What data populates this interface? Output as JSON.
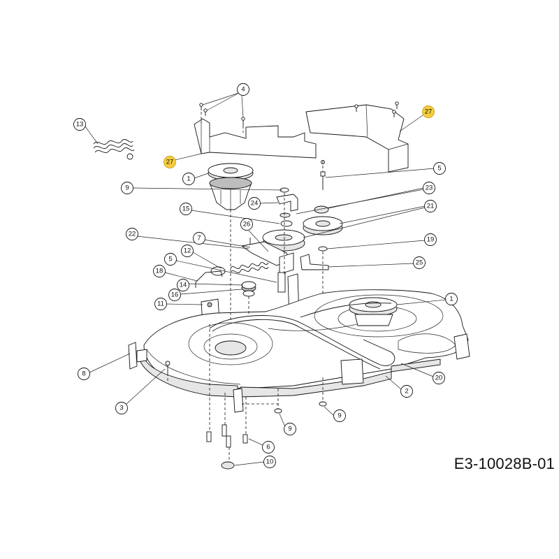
{
  "drawing_code": "E3-10028B-01",
  "callouts": [
    {
      "id": "c4",
      "label": "4"
    },
    {
      "id": "c13",
      "label": "13"
    },
    {
      "id": "c27a",
      "label": "27",
      "highlight": true
    },
    {
      "id": "c27b",
      "label": "27",
      "highlight": true
    },
    {
      "id": "c5a",
      "label": "5"
    },
    {
      "id": "c1a",
      "label": "1"
    },
    {
      "id": "c9a",
      "label": "9"
    },
    {
      "id": "c23",
      "label": "23"
    },
    {
      "id": "c24",
      "label": "24"
    },
    {
      "id": "c21",
      "label": "21"
    },
    {
      "id": "c15",
      "label": "15"
    },
    {
      "id": "c26",
      "label": "26"
    },
    {
      "id": "c22",
      "label": "22"
    },
    {
      "id": "c7",
      "label": "7"
    },
    {
      "id": "c19",
      "label": "19"
    },
    {
      "id": "c12",
      "label": "12"
    },
    {
      "id": "c5b",
      "label": "5"
    },
    {
      "id": "c25",
      "label": "25"
    },
    {
      "id": "c18a",
      "label": "18"
    },
    {
      "id": "c14",
      "label": "14"
    },
    {
      "id": "c16",
      "label": "16"
    },
    {
      "id": "c11",
      "label": "11"
    },
    {
      "id": "c1b",
      "label": "1"
    },
    {
      "id": "c8",
      "label": "8"
    },
    {
      "id": "c20",
      "label": "20"
    },
    {
      "id": "c3",
      "label": "3"
    },
    {
      "id": "c2",
      "label": "2"
    },
    {
      "id": "c9b",
      "label": "9"
    },
    {
      "id": "c9c",
      "label": "9"
    },
    {
      "id": "c6",
      "label": "6"
    },
    {
      "id": "c10",
      "label": "10"
    }
  ],
  "colors": {
    "line": "#111111",
    "highlight_fill": "#f5cf3c",
    "part_fill": "#e6e6e6",
    "background": "#ffffff"
  }
}
